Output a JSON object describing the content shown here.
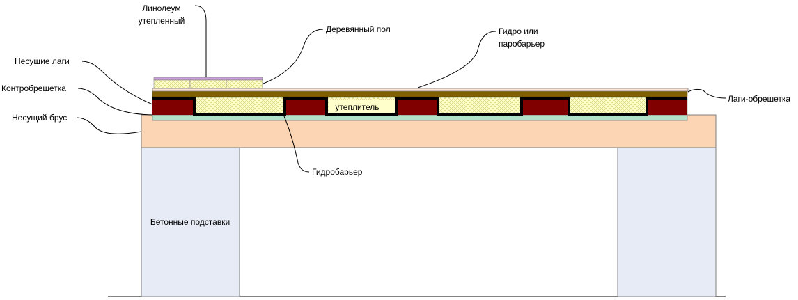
{
  "labels": {
    "linoleum_line1": "Линолеум",
    "linoleum_line2": "утепленный",
    "wooden_floor": "Деревянный пол",
    "hydro_line1": "Гидро или",
    "hydro_line2": "паробарьер",
    "bearing_joists": "Несущие лаги",
    "counter_lathing": "Контробрешетка",
    "bearing_beam": "Несущий брус",
    "joists_lathing": "Лаги-обрешетка",
    "insulation": "утеплитель",
    "hydrobarrier": "Гидробарьер",
    "concrete_supports": "Бетонные подставки"
  },
  "colors": {
    "linoleum": "#c9a0dc",
    "insulation_fill": "#ffffcc",
    "hatch": "#cccc66",
    "joist": "#800000",
    "brown_layer": "#806000",
    "beam": "#fcd5b5",
    "green_strip": "#b3e0c8",
    "concrete": "#e6ebf5",
    "wood_top": "#fce4d6"
  }
}
